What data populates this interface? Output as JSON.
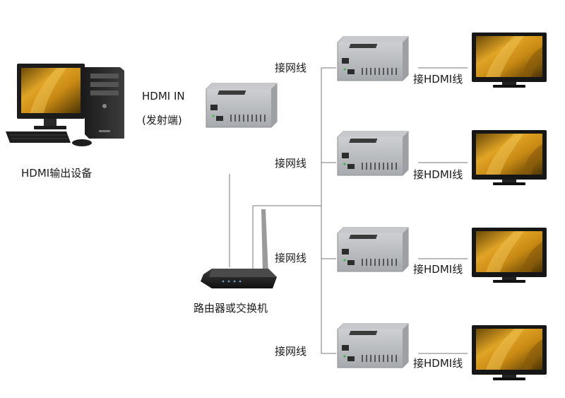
{
  "source": {
    "device_label": "HDMI输出设备",
    "input_label": "HDMI IN",
    "input_sublabel": "(发射端)"
  },
  "network": {
    "router_label": "路由器或交换机"
  },
  "receivers": [
    {
      "lan_label": "接网线",
      "hdmi_label": "接HDMI线"
    },
    {
      "lan_label": "接网线",
      "hdmi_label": "接HDMI线"
    },
    {
      "lan_label": "接网线",
      "hdmi_label": "接HDMI线"
    },
    {
      "lan_label": "接网线",
      "hdmi_label": "接HDMI线"
    }
  ],
  "colors": {
    "line": "#777777",
    "box_body": "#b9bcc0",
    "box_top": "#9ea2a7",
    "screen_warm": "#d99a1f"
  }
}
